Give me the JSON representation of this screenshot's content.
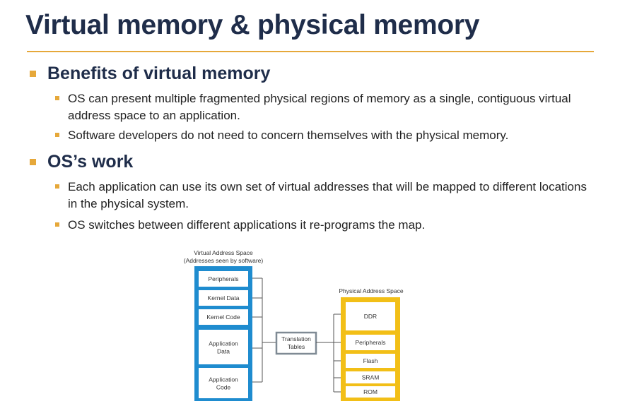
{
  "slide": {
    "title": "Virtual memory & physical memory",
    "accent_color": "#e6a83a",
    "title_color": "#1f2d4a",
    "sections": [
      {
        "heading": "Benefits of virtual memory",
        "points": [
          "OS can present multiple fragmented physical regions of memory as a single, contiguous virtual address space to an application.",
          "Software developers do not need to concern themselves with the physical memory."
        ]
      },
      {
        "heading": "OS’s work",
        "points": [
          "Each application can use its own set of virtual addresses that will be mapped to different locations in the physical system.",
          "OS switches between different applications it re-programs the map."
        ]
      }
    ]
  },
  "diagram": {
    "virtual_title_line1": "Virtual Address Space",
    "virtual_title_line2": "(Addresses seen by software)",
    "virtual_color": "#1f8ccf",
    "virtual_blocks": [
      {
        "line1": "Peripherals",
        "line2": ""
      },
      {
        "line1": "Kernel Data",
        "line2": ""
      },
      {
        "line1": "Kernel Code",
        "line2": ""
      },
      {
        "line1": "Application",
        "line2": "Data"
      },
      {
        "line1": "Application",
        "line2": "Code"
      }
    ],
    "translation_line1": "Translation",
    "translation_line2": "Tables",
    "physical_title": "Physical Address Space",
    "physical_color": "#f2bf17",
    "physical_blocks": [
      "DDR",
      "Peripherals",
      "Flash",
      "SRAM",
      "ROM"
    ]
  }
}
